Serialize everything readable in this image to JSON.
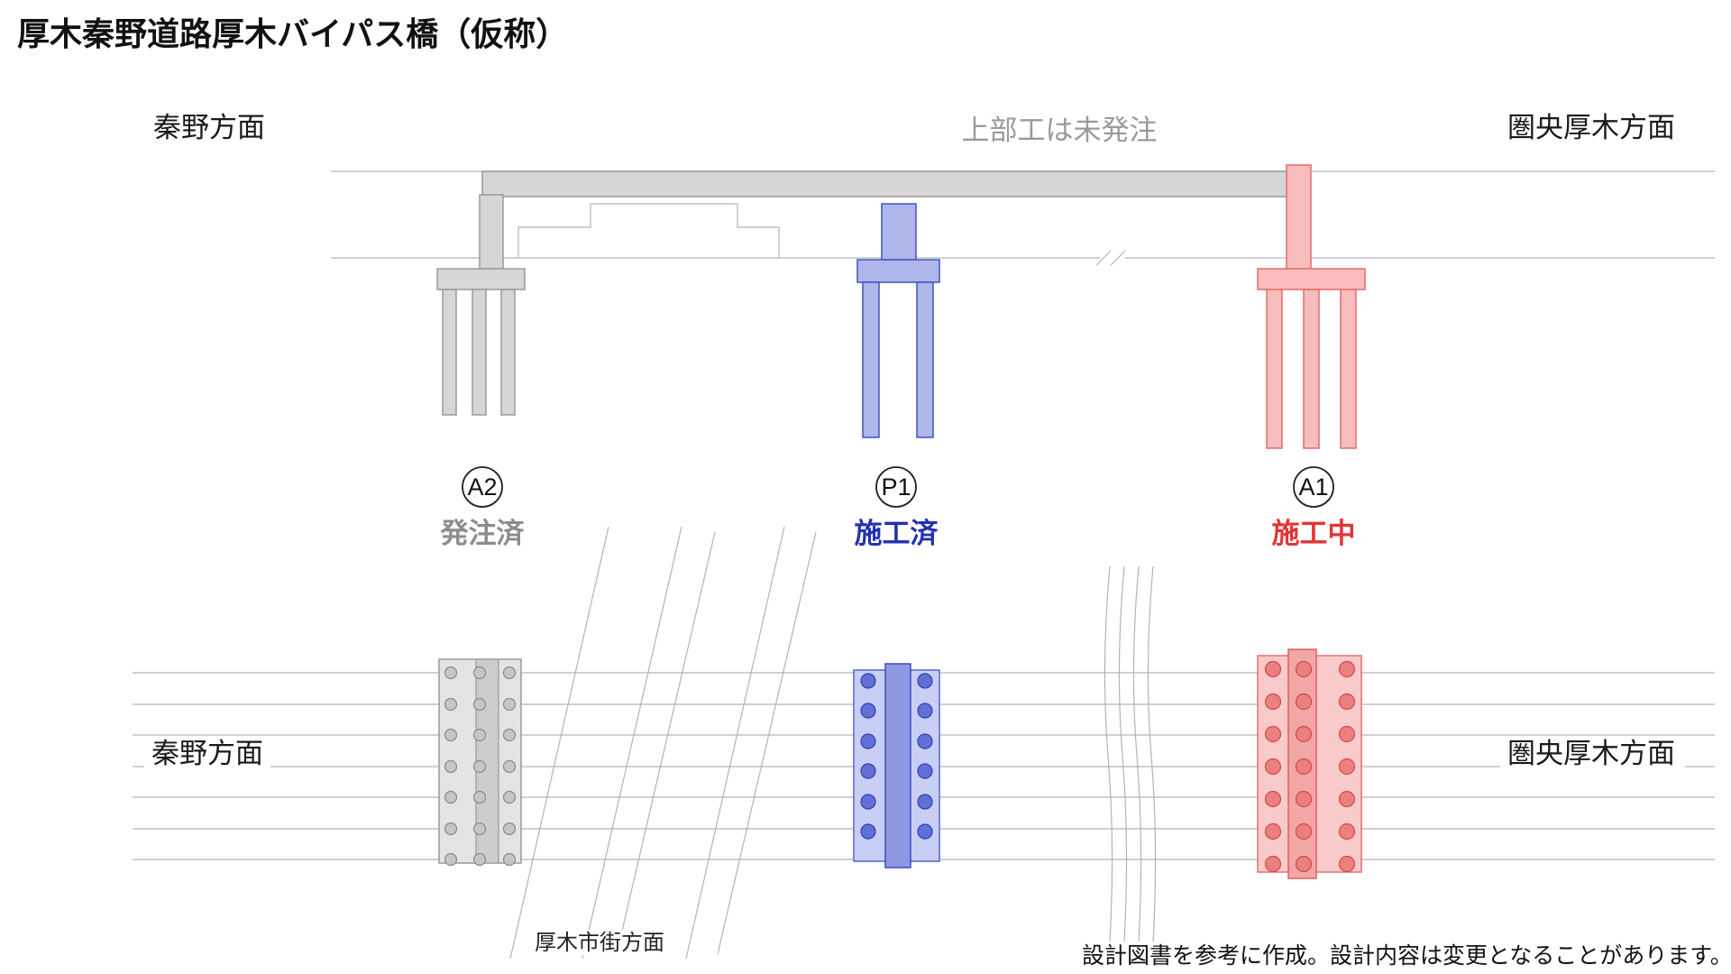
{
  "title": "厚木秦野道路厚木バイパス橋（仮称）",
  "elevation": {
    "left_direction": "秦野方面",
    "right_direction": "圏央厚木方面",
    "superstructure_note": "上部工は未発注",
    "supports": [
      {
        "id": "A2",
        "status": "発注済"
      },
      {
        "id": "P1",
        "status": "施工済"
      },
      {
        "id": "A1",
        "status": "施工中"
      }
    ]
  },
  "plan": {
    "left_direction": "秦野方面",
    "right_direction": "圏央厚木方面",
    "crossing_road_label": "厚木市街方面"
  },
  "footnote": "設計図書を参考に作成。設計内容は変更となることがあります。",
  "colors": {
    "ordered_gray": "#8c8c8c",
    "completed_blue": "#2230b4",
    "in_progress_red": "#e53333"
  }
}
